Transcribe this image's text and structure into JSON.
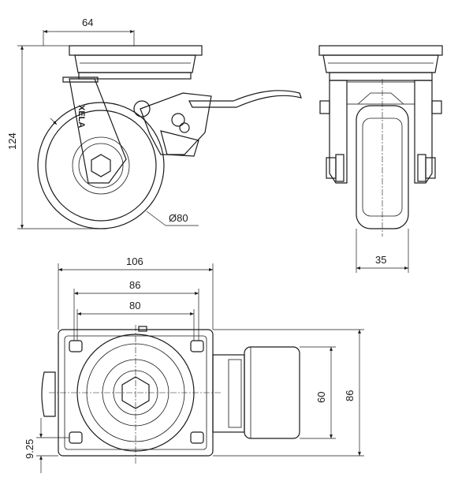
{
  "drawing": {
    "brand_mark": "XELA",
    "dimensions": {
      "plate_width": "64",
      "overall_height": "124",
      "wheel_diameter": "Ø80",
      "wheel_width": "35",
      "plate_length": "106",
      "bolt_spacing_outer": "86",
      "bolt_spacing_inner": "80",
      "brake_height_inner": "60",
      "brake_height_outer": "86",
      "bolt_offset": "9.25"
    }
  }
}
